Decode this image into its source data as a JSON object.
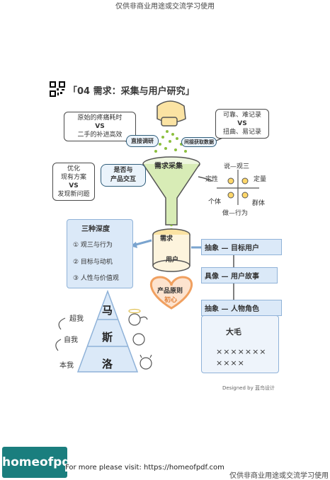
{
  "watermark_top": "仅供非商业用途或交流学习使用",
  "watermark_bottom": "仅供非商业用途或交流学习使用",
  "heading": "「04 需求：采集与用户研究」",
  "left_top_box": {
    "line1": "原始的疼痛耗时",
    "vs": "VS",
    "line2": "二手的补进高效"
  },
  "right_top_box": {
    "line1": "可靠、难记录",
    "vs": "VS",
    "line2": "扭曲、易记录"
  },
  "arrow_left": "直接调研",
  "arrow_right": "间接获取数据",
  "funnel_label": "需求采集",
  "left_mid_box": {
    "line1": "优化",
    "line2": "现有方案",
    "vs": "VS",
    "line3": "发现新问题"
  },
  "left_mid_tag": {
    "line1": "是否与",
    "line2": "产品交互"
  },
  "quadrant": {
    "title": "说—观三",
    "left": "定性",
    "right": "定量",
    "bottom_left": "个体",
    "bottom_right": "群体",
    "bottom": "做—行为"
  },
  "three_depth": {
    "title": "三种深度",
    "items": [
      "① 观三与行为",
      "② 目标与动机",
      "③ 人性与价值观"
    ]
  },
  "cylinder": {
    "top": "需求",
    "bottom": "用户"
  },
  "product_principle": {
    "line1": "产品原则",
    "line2": "初心"
  },
  "stairs": [
    "抽象 — 目标用户",
    "具像 — 用户故事",
    "抽象 — 人物角色"
  ],
  "persona": {
    "name": "大毛",
    "crosses1": "×××××××",
    "crosses2": "××××"
  },
  "pyramid": {
    "levels": [
      "马",
      "斯",
      "洛"
    ],
    "side_labels": [
      "超我",
      "自我",
      "本我"
    ]
  },
  "designed_by": "Designed by 蓝鸟设计",
  "footer": {
    "brand": "homeofpdf.com",
    "text": "For more please visit: https://homeofpdf.com"
  },
  "colors": {
    "teal": "#1a7e7e",
    "blue_panel": "#dbe9f8",
    "green_funnel": "#8cbf3f",
    "heart": "#f0a060"
  }
}
